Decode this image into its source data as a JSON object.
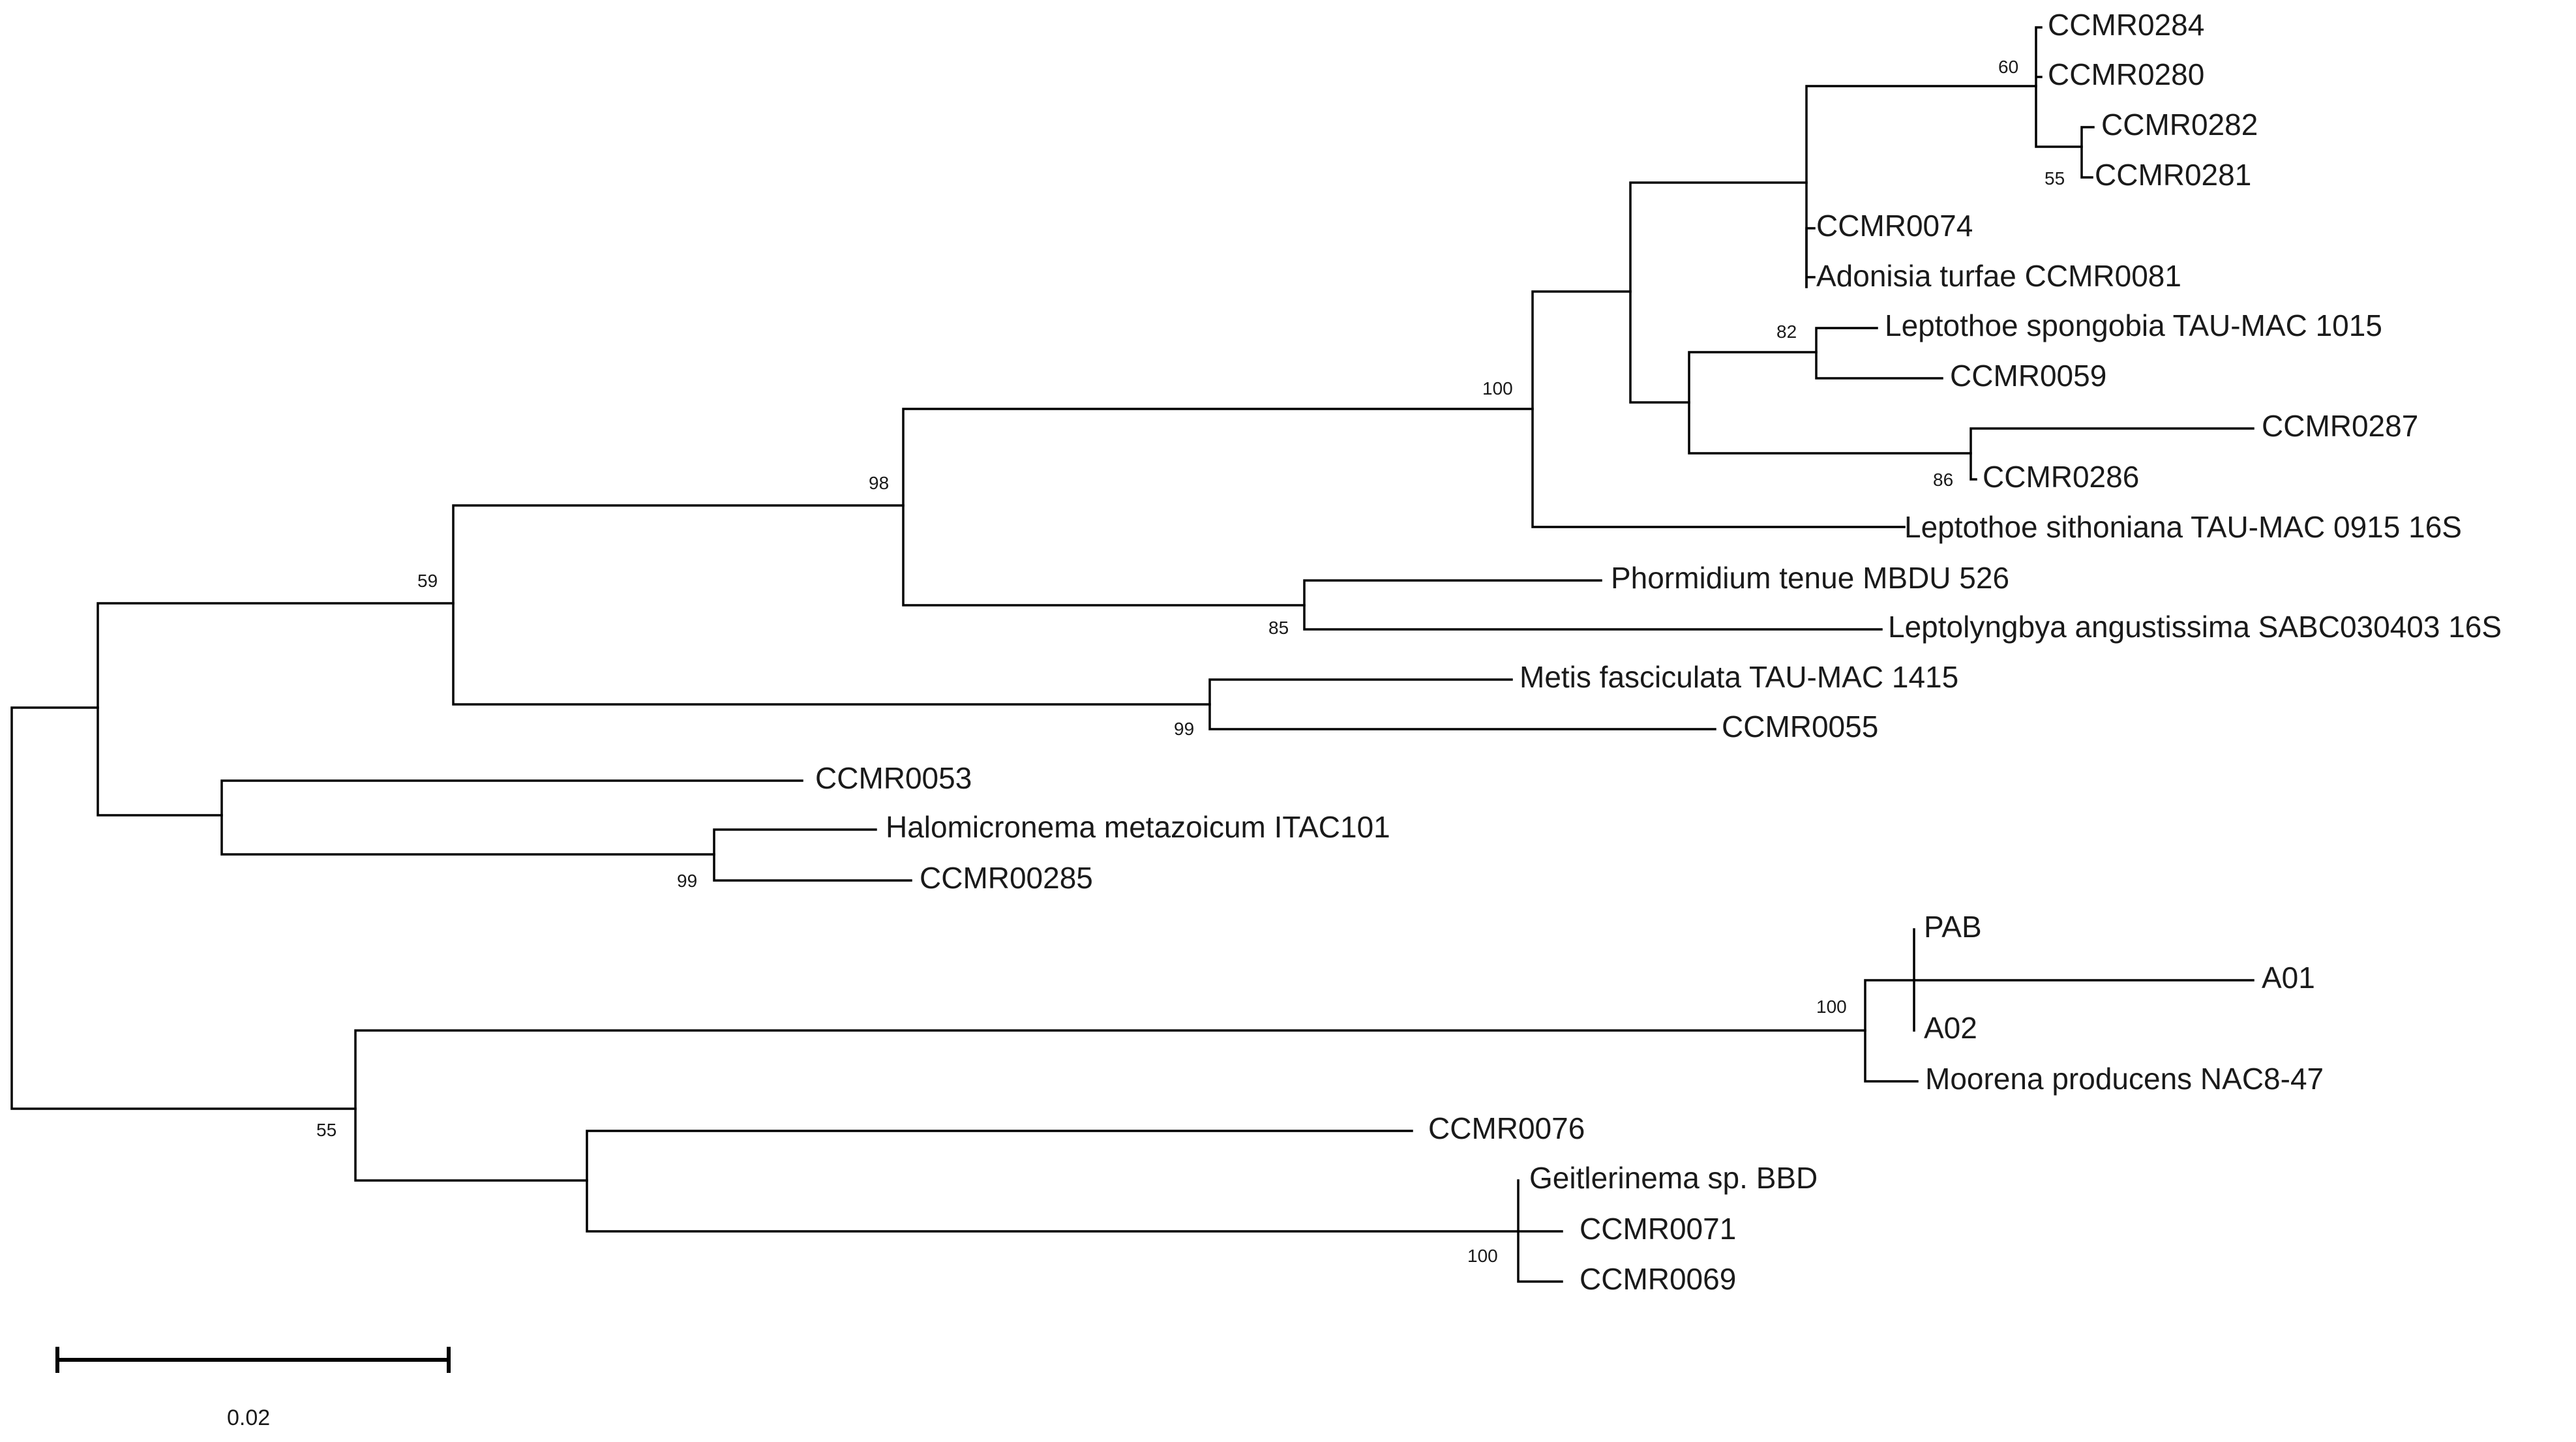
{
  "tree": {
    "leaves": {
      "ccmr0284": "CCMR0284",
      "ccmr0280": "CCMR0280",
      "ccmr0282": "CCMR0282",
      "ccmr0281": "CCMR0281",
      "ccmr0074": "CCMR0074",
      "adonisia_turfae": "Adonisia turfae CCMR0081",
      "leptothoe_spongobia": "Leptothoe spongobia TAU-MAC 1015",
      "ccmr0059": "CCMR0059",
      "ccmr0287": "CCMR0287",
      "ccmr0286": "CCMR0286",
      "leptothoe_sithoniana": "Leptothoe sithoniana TAU-MAC 0915 16S",
      "phormidium_tenue": "Phormidium tenue MBDU 526",
      "leptolyngbya_angustissima": "Leptolyngbya angustissima SABC030403 16S",
      "metis_fasciculata": "Metis fasciculata TAU-MAC 1415",
      "ccmr0055": "CCMR0055",
      "ccmr0053": "CCMR0053",
      "halomicronema": "Halomicronema metazoicum ITAC101",
      "ccmr00285": "CCMR00285",
      "pab": "PAB",
      "a01": "A01",
      "a02": "A02",
      "moorena": "Moorena producens NAC8-47",
      "ccmr0076": "CCMR0076",
      "geitlerinema": "Geitlerinema sp. BBD",
      "ccmr0071": "CCMR0071",
      "ccmr0069": "CCMR0069"
    },
    "support": {
      "n60": "60",
      "n55a": "55",
      "n82": "82",
      "n86": "86",
      "n100a": "100",
      "n98": "98",
      "n59": "59",
      "n85": "85",
      "n99a": "99",
      "n99b": "99",
      "n100b": "100",
      "n55b": "55",
      "n100c": "100"
    },
    "scale": {
      "value": "0.02",
      "units": 0.02
    },
    "colors": {
      "line": "#000000",
      "text": "#1a1a1a",
      "background": "#ffffff"
    }
  }
}
